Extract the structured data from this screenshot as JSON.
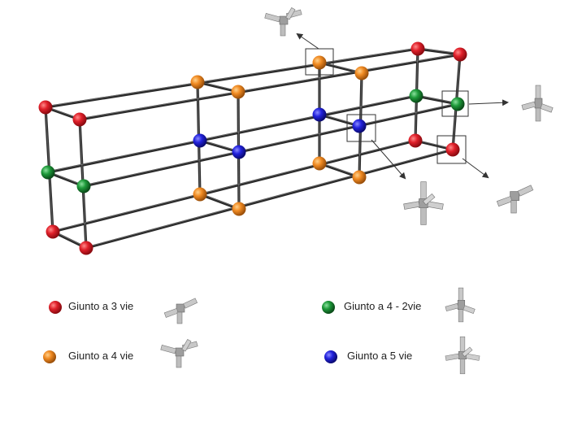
{
  "colors": {
    "frame": "#2b2b2b",
    "joint_3_way": "#e0202a",
    "joint_4_way": "#f08a22",
    "joint_4_2_way": "#1e9a3a",
    "joint_5_way": "#2222dd",
    "callout_box": "#333333",
    "connector_part": "#b9b9b9"
  },
  "legend": [
    {
      "label": "Giunto a 3 vie",
      "color_key": "joint_3_way",
      "icon": "three-way-connector-icon"
    },
    {
      "label": "Giunto a 4 vie",
      "color_key": "joint_4_way",
      "icon": "four-way-connector-icon"
    },
    {
      "label": "Giunto a 4 - 2vie",
      "color_key": "joint_4_2_way",
      "icon": "four-two-way-connector-icon"
    },
    {
      "label": "Giunto a 5 vie",
      "color_key": "joint_5_way",
      "icon": "five-way-connector-icon"
    }
  ]
}
